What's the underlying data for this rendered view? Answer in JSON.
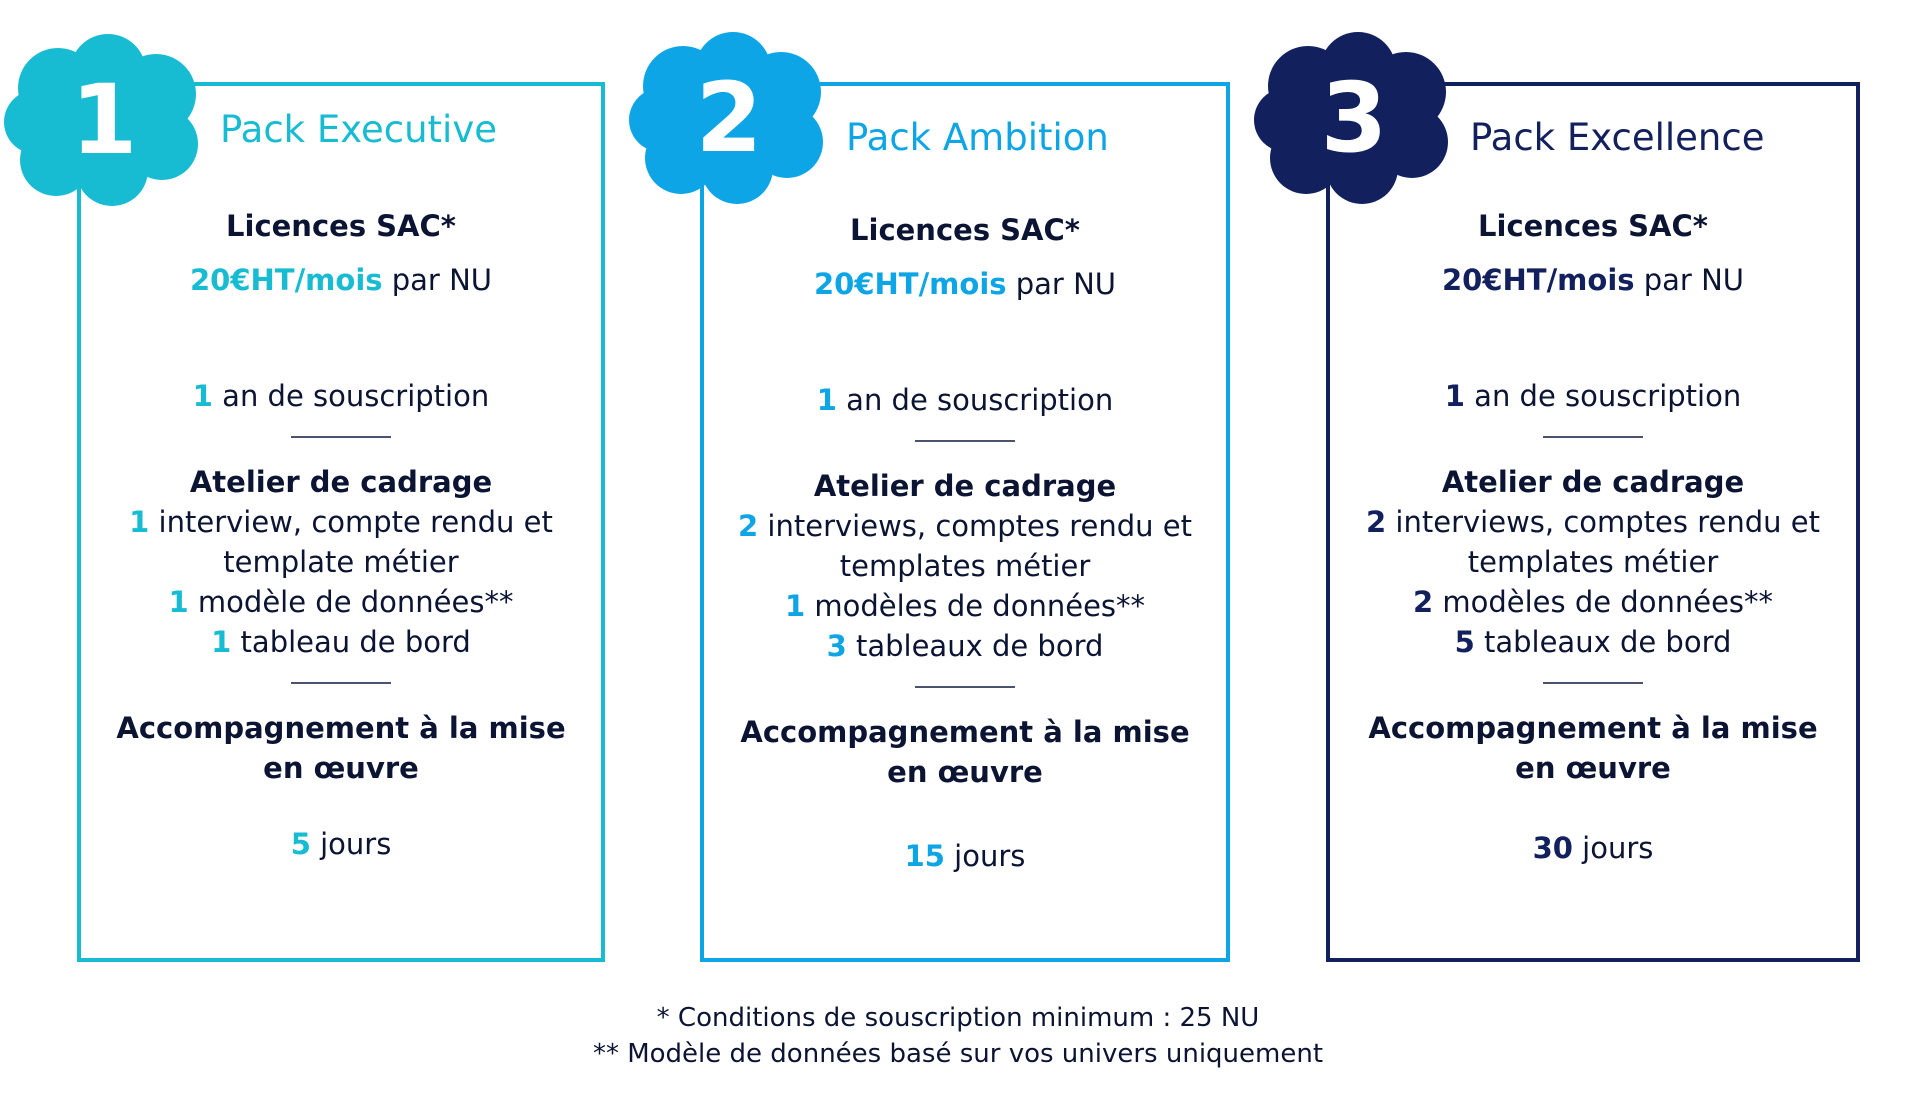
{
  "packs": [
    {
      "number": "1",
      "title": "Pack Executive",
      "licences_title": "Licences SAC*",
      "price": "20€HT/mois",
      "price_suffix": " par NU",
      "subscription_num": "1",
      "subscription_text": " an de souscription",
      "atelier_title": "Atelier de cadrage",
      "interview_num": "1",
      "interview_text": " interview, compte rendu et template métier",
      "model_num": "1",
      "model_text": " modèle de données**",
      "dashboard_num": "1",
      "dashboard_text": " tableau de bord",
      "accompaniment_title": "Accompagnement à la mise en œuvre",
      "days_num": "5",
      "days_text": " jours"
    },
    {
      "number": "2",
      "title": "Pack Ambition",
      "licences_title": "Licences SAC*",
      "price": "20€HT/mois",
      "price_suffix": " par NU",
      "subscription_num": "1",
      "subscription_text": " an de souscription",
      "atelier_title": "Atelier de cadrage",
      "interview_num": "2",
      "interview_text": " interviews, comptes rendu et templates métier",
      "model_num": "1",
      "model_text": " modèles de données**",
      "dashboard_num": "3",
      "dashboard_text": " tableaux de bord",
      "accompaniment_title": "Accompagnement à la mise en œuvre",
      "days_num": "15",
      "days_text": " jours"
    },
    {
      "number": "3",
      "title": "Pack Excellence",
      "licences_title": "Licences SAC*",
      "price": "20€HT/mois",
      "price_suffix": " par NU",
      "subscription_num": "1",
      "subscription_text": " an de souscription",
      "atelier_title": "Atelier de cadrage",
      "interview_num": "2",
      "interview_text": " interviews, comptes rendu et templates métier",
      "model_num": "2",
      "model_text": " modèles de données**",
      "dashboard_num": "5",
      "dashboard_text": " tableaux de bord",
      "accompaniment_title": "Accompagnement à la mise en œuvre",
      "days_num": "30",
      "days_text": " jours"
    }
  ],
  "footnotes": {
    "line1": "* Conditions de souscription minimum : 25 NU",
    "line2": "** Modèle de données basé sur vos univers uniquement"
  },
  "colors": {
    "pack1": "#17bcd2",
    "pack2": "#0ea5e6",
    "pack3": "#12205e",
    "text": "#0b1433"
  }
}
